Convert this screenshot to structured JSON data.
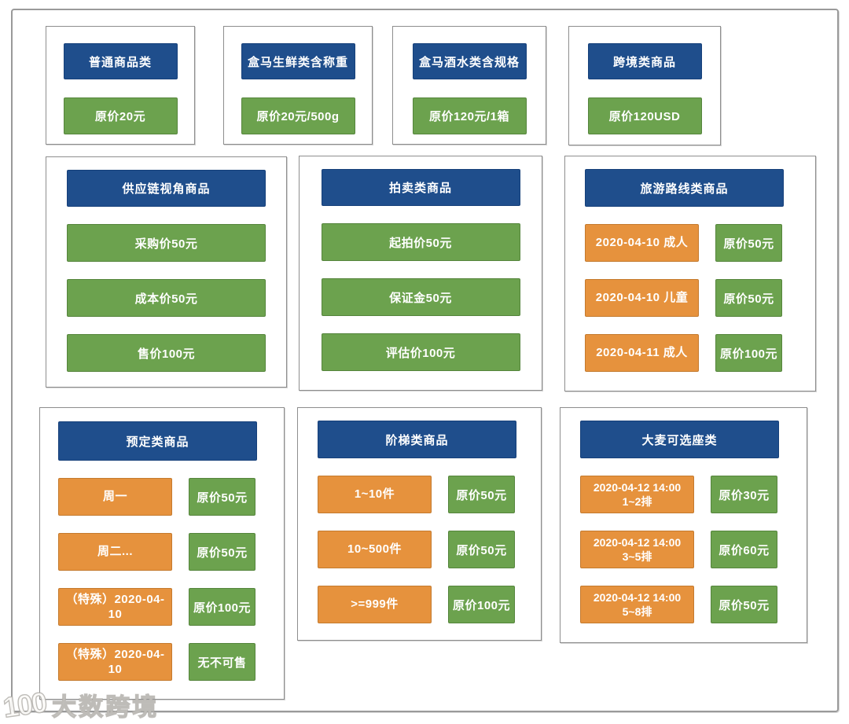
{
  "colors": {
    "header_blue": "#1f4e8c",
    "price_green": "#6ca24e",
    "label_orange": "#e6923d"
  },
  "watermark": {
    "logo": "100",
    "brand": "大数跨境"
  },
  "groups": {
    "normal": {
      "title": "普通商品类",
      "price": "原价20元"
    },
    "fresh": {
      "title": "盒马生鲜类含称重",
      "price": "原价20元/500g"
    },
    "liquor": {
      "title": "盒马酒水类含规格",
      "price": "原价120元/1箱"
    },
    "crossborder": {
      "title": "跨境类商品",
      "price": "原价120USD"
    },
    "supplychain": {
      "title": "供应链视角商品",
      "prices": [
        "采购价50元",
        "成本价50元",
        "售价100元"
      ]
    },
    "auction": {
      "title": "拍卖类商品",
      "prices": [
        "起拍价50元",
        "保证金50元",
        "评估价100元"
      ]
    },
    "travel": {
      "title": "旅游路线类商品",
      "rows": [
        {
          "label": "2020-04-10 成人",
          "price": "原价50元"
        },
        {
          "label": "2020-04-10 儿童",
          "price": "原价50元"
        },
        {
          "label": "2020-04-11 成人",
          "price": "原价100元"
        }
      ]
    },
    "booking": {
      "title": "预定类商品",
      "rows": [
        {
          "label": "周一",
          "price": "原价50元"
        },
        {
          "label": "周二...",
          "price": "原价50元"
        },
        {
          "label": "（特殊）2020-04-10",
          "price": "原价100元"
        },
        {
          "label": "（特殊）2020-04-10",
          "price": "无不可售"
        }
      ]
    },
    "tiered": {
      "title": "阶梯类商品",
      "rows": [
        {
          "label": "1~10件",
          "price": "原价50元"
        },
        {
          "label": "10~500件",
          "price": "原价50元"
        },
        {
          "label": ">=999件",
          "price": "原价100元"
        }
      ]
    },
    "damai": {
      "title": "大麦可选座类",
      "rows": [
        {
          "label": "2020-04-12  14:00",
          "label2": "1~2排",
          "price": "原价30元"
        },
        {
          "label": "2020-04-12  14:00",
          "label2": "3~5排",
          "price": "原价60元"
        },
        {
          "label": "2020-04-12  14:00",
          "label2": "5~8排",
          "price": "原价50元"
        }
      ]
    }
  }
}
